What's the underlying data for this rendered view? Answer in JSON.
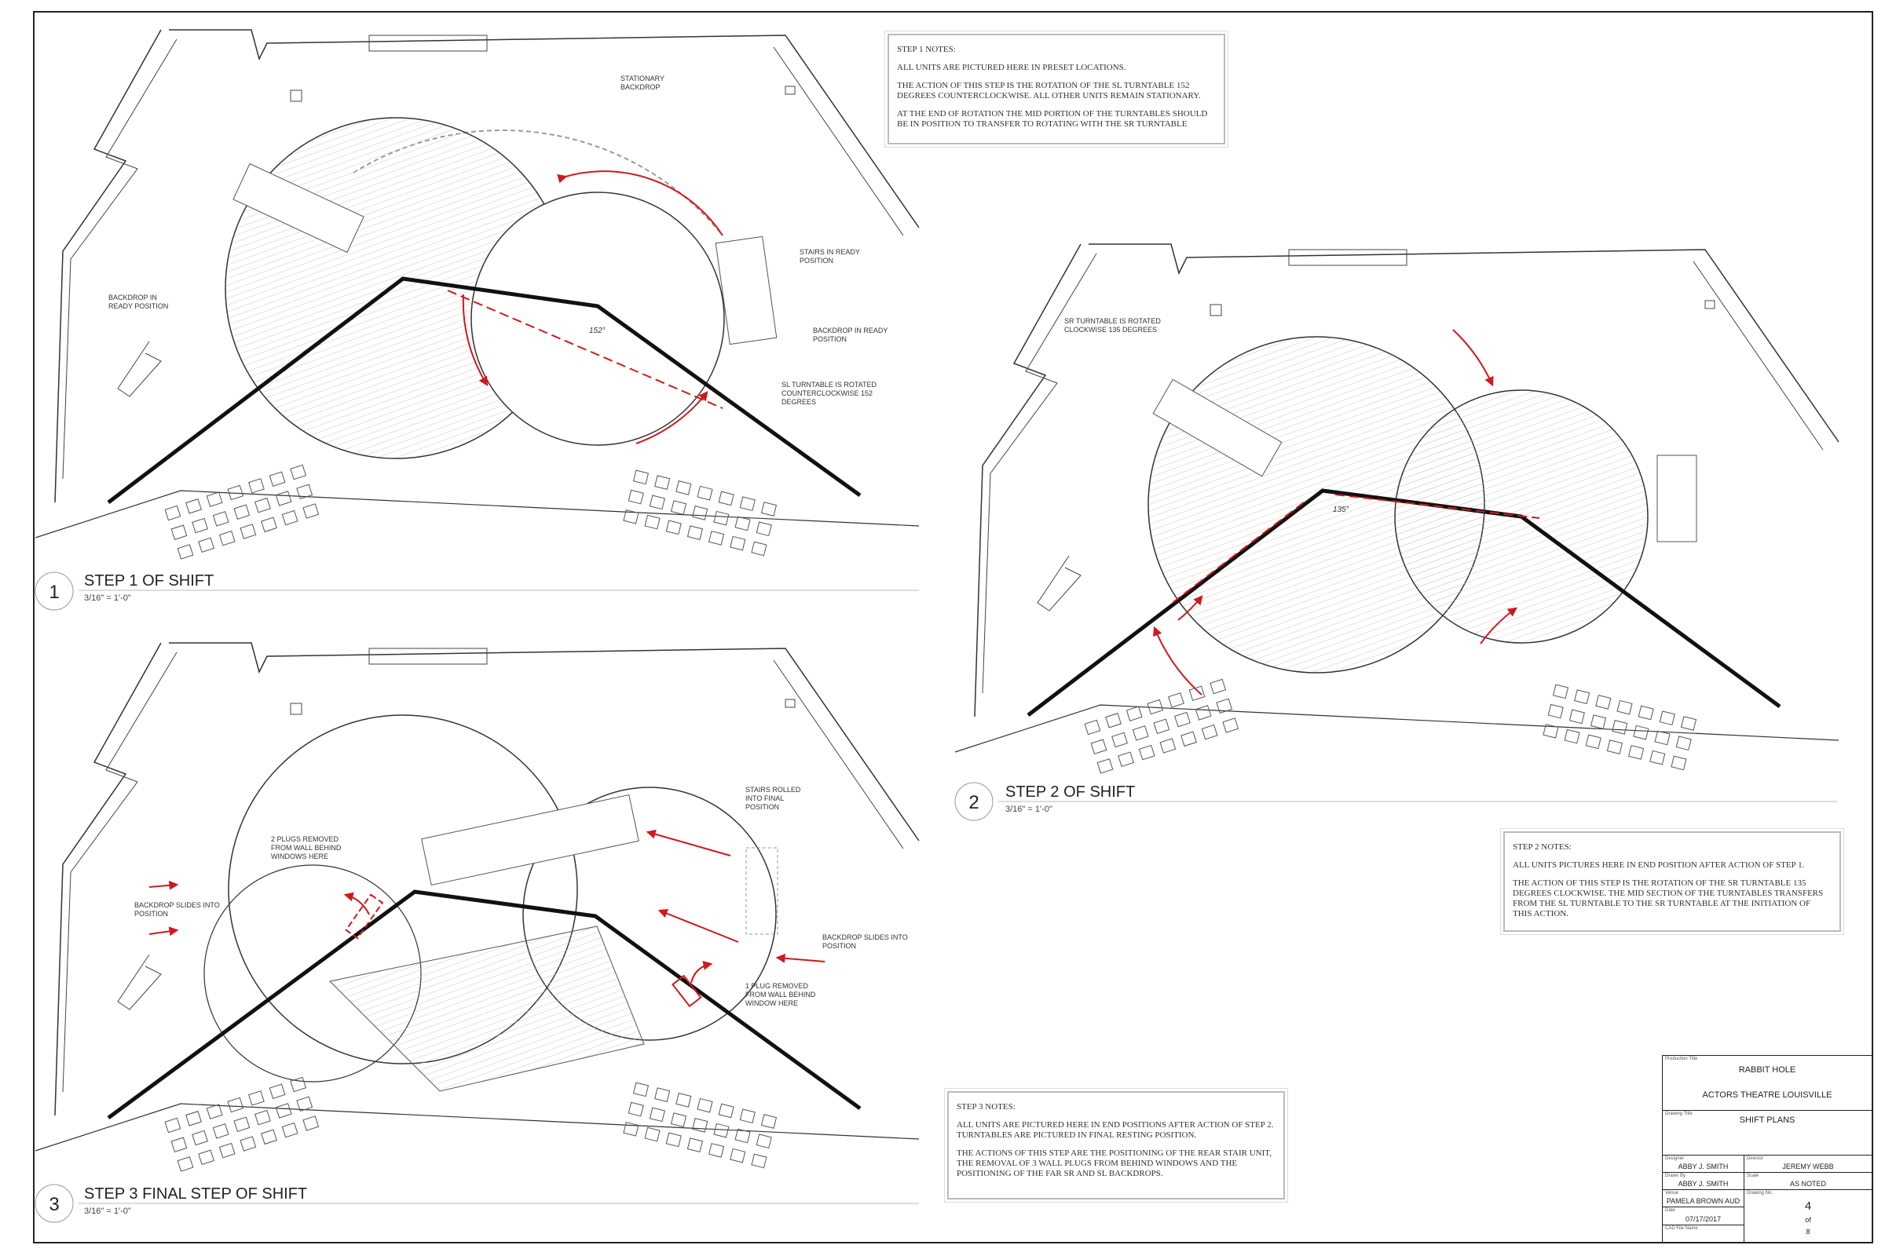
{
  "steps": [
    {
      "number": "1",
      "title": "STEP 1 OF SHIFT",
      "scale": "3/16\" = 1'-0\"",
      "angle": "152°",
      "labels": {
        "stationary_backdrop": [
          "STATIONARY",
          "BACKDROP"
        ],
        "stairs_ready": [
          "STAIRS IN READY",
          "POSITION"
        ],
        "backdrop_ready_right": [
          "BACKDROP IN READY",
          "POSITION"
        ],
        "sl_turntable": [
          "SL TURNTABLE IS ROTATED",
          "COUNTERCLOCKWISE 152",
          "DEGREES"
        ],
        "backdrop_ready_left": [
          "BACKDROP IN",
          "READY POSITION"
        ]
      }
    },
    {
      "number": "2",
      "title": "STEP 2 OF SHIFT",
      "scale": "3/16\" = 1'-0\"",
      "angle": "135°",
      "labels": {
        "sr_turntable": [
          "SR TURNTABLE IS ROTATED",
          "CLOCKWISE 135 DEGREES"
        ]
      }
    },
    {
      "number": "3",
      "title": "STEP 3 FINAL STEP OF SHIFT",
      "scale": "3/16\" = 1'-0\"",
      "labels": {
        "plugs_two": [
          "2 PLUGS REMOVED",
          "FROM WALL BEHIND",
          "WINDOWS HERE"
        ],
        "stairs_final": [
          "STAIRS ROLLED",
          "INTO FINAL",
          "POSITION"
        ],
        "backdrop_left": [
          "BACKDROP SLIDES INTO",
          "POSITION"
        ],
        "backdrop_right": [
          "BACKDROP SLIDES INTO",
          "POSITION"
        ],
        "plug_one": [
          "1 PLUG REMOVED",
          "FROM WALL BEHIND",
          "WINDOW HERE"
        ]
      }
    }
  ],
  "notes": [
    {
      "heading": "STEP 1 NOTES:",
      "paragraphs": [
        "ALL UNITS ARE PICTURED HERE IN PRESET LOCATIONS.",
        "THE ACTION OF THIS STEP IS THE ROTATION OF THE  SL TURNTABLE 152 DEGREES COUNTERCLOCKWISE. ALL OTHER UNITS REMAIN STATIONARY.",
        "AT THE END OF ROTATION THE MID PORTION OF THE TURNTABLES SHOULD BE IN POSITION TO TRANSFER TO ROTATING WITH THE SR TURNTABLE"
      ]
    },
    {
      "heading": "STEP 2 NOTES:",
      "paragraphs": [
        "ALL UNITS PICTURES HERE IN END POSITION AFTER ACTION OF STEP 1.",
        "THE ACTION OF THIS STEP IS THE ROTATION OF THE SR TURNTABLE 135 DEGREES CLOCKWISE. THE MID SECTION OF THE TURNTABLES TRANSFERS FROM THE SL TURNTABLE TO THE SR TURNTABLE AT THE INITIATION OF THIS ACTION."
      ]
    },
    {
      "heading": "STEP 3 NOTES:",
      "paragraphs": [
        "ALL UNITS ARE PICTURED HERE IN END POSITIONS AFTER ACTION OF STEP 2. TURNTABLES ARE PICTURED IN FINAL RESTING POSITION.",
        "THE ACTIONS OF THIS STEP ARE THE POSITIONING OF THE REAR STAIR UNIT, THE  REMOVAL OF 3 WALL PLUGS FROM BEHIND WINDOWS AND THE POSITIONING OF THE  FAR SR AND SL BACKDROPS."
      ]
    }
  ],
  "title_block": {
    "production_title_label": "Production Title",
    "production_title": "RABBIT HOLE",
    "company": "ACTORS THEATRE LOUISVILLE",
    "drawing_title_label": "Drawing Title",
    "drawing_title": "SHIFT PLANS",
    "designer_label": "Designer",
    "designer": "ABBY J. SMITH",
    "director_label": "Director",
    "director": "JEREMY WEBB",
    "drawn_by_label": "Drawn By",
    "drawn_by": "ABBY J. SMITH",
    "scale_label": "Scale",
    "scale": "AS NOTED",
    "venue_label": "Venue",
    "venue": "PAMELA BROWN AUD",
    "date_label": "Date",
    "date": "07/17/2017",
    "cad_label": "CAD File Name",
    "drawing_no_label": "Drawing No.",
    "drawing_no": "4",
    "of_label": "of",
    "total": "8"
  },
  "colors": {
    "accent_red": "#d0191d",
    "line": "#222222",
    "hatch": "#bbbbbb"
  }
}
